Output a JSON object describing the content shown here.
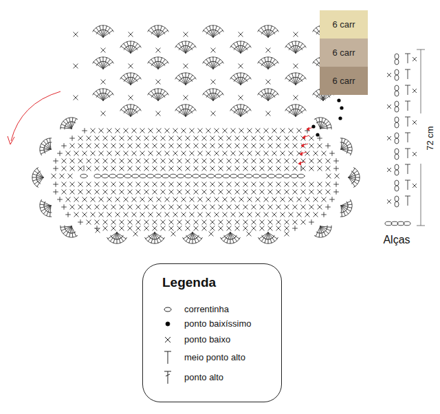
{
  "diagram": {
    "nodes": [
      {
        "text": [
          "6 carr"
        ]
      },
      {
        "text": [
          "6 carr"
        ]
      },
      {
        "text": [
          "6 carr"
        ]
      },
      {
        "text": [
          "Legenda"
        ]
      }
    ],
    "labels": [
      "72 cm",
      "Alças"
    ],
    "legend": [
      {
        "text": "correntinha"
      },
      {
        "text": "ponto baixíssimo"
      },
      {
        "text": "ponto baixo"
      },
      {
        "text": "meio ponto alto"
      },
      {
        "text": "ponto alto"
      }
    ]
  }
}
